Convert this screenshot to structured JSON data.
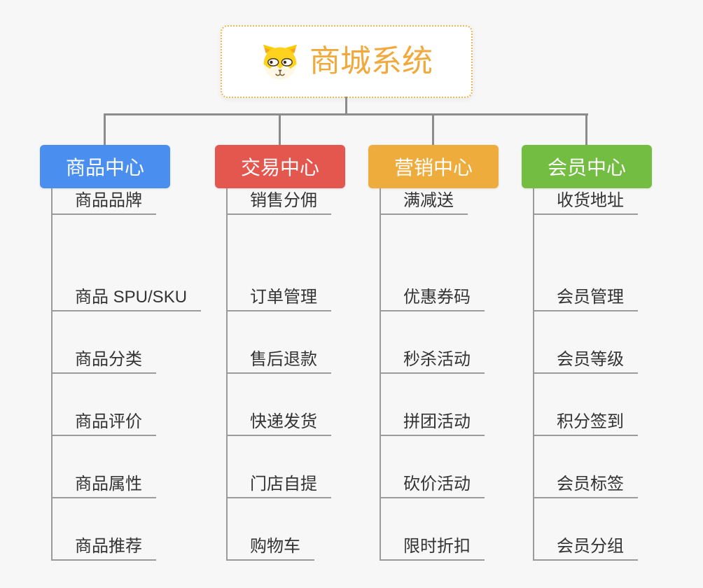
{
  "root": {
    "title": "商城系统",
    "icon": "dog-face-icon"
  },
  "branches": [
    {
      "label": "商品中心",
      "color": "#4A8FF0",
      "items": [
        "商品 SPU/SKU",
        "商品分类",
        "商品评价",
        "商品属性",
        "商品推荐",
        "商品品牌"
      ]
    },
    {
      "label": "交易中心",
      "color": "#E4574F",
      "items": [
        "订单管理",
        "售后退款",
        "快递发货",
        "门店自提",
        "购物车",
        "销售分佣"
      ]
    },
    {
      "label": "营销中心",
      "color": "#EEAC3D",
      "items": [
        "优惠券码",
        "秒杀活动",
        "拼团活动",
        "砍价活动",
        "限时折扣",
        "满减送"
      ]
    },
    {
      "label": "会员中心",
      "color": "#72BD42",
      "items": [
        "会员管理",
        "会员等级",
        "积分签到",
        "会员标签",
        "会员分组",
        "收货地址"
      ]
    }
  ],
  "colors": {
    "background": "#F7F7F7",
    "connector": "#8C8C8C",
    "leaf_line": "#9B9B9B",
    "root_title": "#F1A93C",
    "root_border": "#F3B54E"
  }
}
